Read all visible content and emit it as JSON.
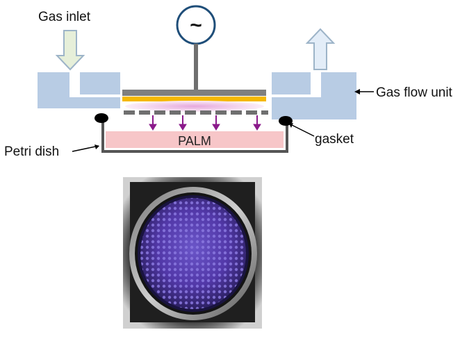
{
  "labels": {
    "gas_inlet": "Gas inlet",
    "gas_flow_unit": "Gas flow unit",
    "gasket": "gasket",
    "petri_dish": "Petri dish",
    "palm": "PALM",
    "power_source_symbol": "~"
  },
  "colors": {
    "gas_flow_unit": "#b8cce4",
    "electrode_top": "#7f7f7f",
    "dielectric": "#f5b800",
    "plasma_glow": "#e6a8dc",
    "palm_fill": "#f7c6c8",
    "arrows_plasma": "#8b1a8b",
    "gas_arrow_fill": "#e6efd9",
    "gas_arrow_stroke": "#9db4c8",
    "gas_arrow_out_fill": "#e3edf8",
    "power_source_stroke": "#1f4e79",
    "plasma_photo": "#5a3fb0"
  },
  "icons": {
    "power_source": "ac-power-source-icon",
    "inlet_arrow": "down-arrow-icon",
    "outlet_arrow": "up-arrow-icon"
  }
}
